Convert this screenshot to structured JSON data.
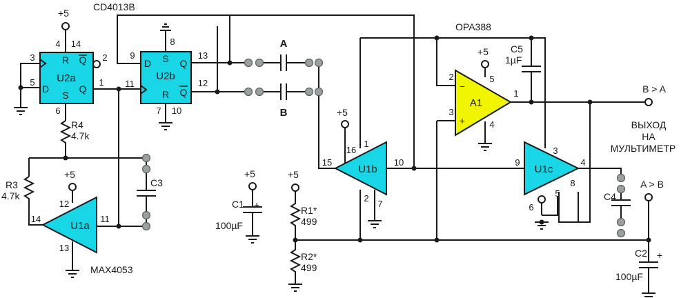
{
  "chips": {
    "ff_part": "CD4013B",
    "amp_part": "OPA388",
    "mux_part": "MAX4053",
    "u2a": "U2a",
    "u2b": "U2b",
    "u1a": "U1a",
    "u1b": "U1b",
    "u1c": "U1c",
    "a1": "A1"
  },
  "pins": {
    "u2a_r": "R",
    "u2a_qbar": "Q",
    "u2a_d": "D",
    "u2a_s": "S",
    "u2a_q": "Q",
    "u2a_p4": "4",
    "u2a_p14": "14",
    "u2a_p3": "3",
    "u2a_p2": "2",
    "u2a_p5": "5",
    "u2a_p1": "1",
    "u2a_p6": "6",
    "u2b_s": "S",
    "u2b_d": "D",
    "u2b_q": "Q",
    "u2b_r": "R",
    "u2b_qbar": "Q",
    "u2b_p8": "8",
    "u2b_p9": "9",
    "u2b_p13": "13",
    "u2b_p11": "11",
    "u2b_p12": "12",
    "u2b_p7": "7",
    "u2b_p10": "10",
    "u1a_p14": "14",
    "u1a_p12": "12",
    "u1a_p11": "11",
    "u1a_p13": "13",
    "u1b_p15": "15",
    "u1b_p16": "16",
    "u1b_p1": "1",
    "u1b_p10": "10",
    "u1b_p2": "2",
    "u1b_p7": "7",
    "a1_p2": "2",
    "a1_p5": "5",
    "a1_p3": "3",
    "a1_p4": "4",
    "a1_p1": "1",
    "a1_minus": "−",
    "a1_plus": "+",
    "u1c_p3": "3",
    "u1c_p9": "9",
    "u1c_p4": "4",
    "u1c_p8": "8",
    "u1c_p5": "5",
    "u1c_p6": "6"
  },
  "supplies": {
    "vcc_u2a": "+5",
    "vcc_u1a": "+5",
    "vcc_u1b": "+5",
    "vcc_a1": "+5",
    "vcc_c1": "+5",
    "vcc_r1": "+5"
  },
  "components": {
    "r4_name": "R4",
    "r4_value": "4.7k",
    "r3_name": "R3",
    "r3_value": "4.7k",
    "c3_name": "C3",
    "c1_name": "C1",
    "c1_value": "100µF",
    "c1_pol": "+",
    "r1_name": "R1*",
    "r1_value": "499",
    "r2_name": "R2*",
    "r2_value": "499",
    "c5_name": "C5",
    "c5_value": "1µF",
    "c4_name": "C4",
    "c2_name": "C2",
    "c2_value": "100µF",
    "c2_pol": "+"
  },
  "labels": {
    "a": "A",
    "b": "B",
    "out_b_gt_a": "B > A",
    "out_a_gt_b": "A > B",
    "meter_line1": "ВЫХОД",
    "meter_line2": "НА",
    "meter_line3": "МУЛЬТИМЕТР"
  }
}
